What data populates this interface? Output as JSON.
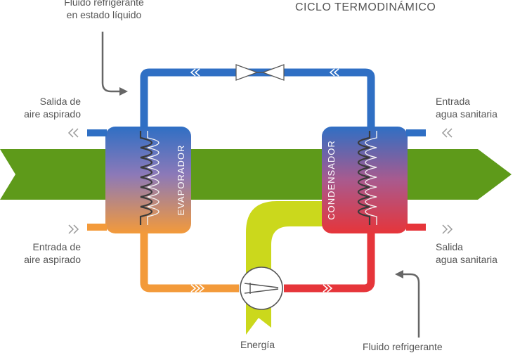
{
  "title": "CICLO TERMODINÁMICO",
  "labels": {
    "refrigerant_liquid": [
      "Fluido refrigerante",
      "en estado líquido"
    ],
    "air_exhaust_out": [
      "Salida de",
      "aire aspirado"
    ],
    "air_intake_in": [
      "Entrada de",
      "aire aspirado"
    ],
    "water_in": [
      "Entrada",
      "agua sanitaria"
    ],
    "water_out": [
      "Salida",
      "agua sanitaria"
    ],
    "energy": "Energía",
    "refrigerant_bottom": "Fluido refrigerante",
    "evaporator": "EVAPORADOR",
    "condenser": "CONDENSADOR"
  },
  "colors": {
    "air_band": "#5e9a1a",
    "energy_band": "#cbd81c",
    "cold_blue": "#2f6fc4",
    "warm_orange": "#f39a3a",
    "hot_red": "#e6353a",
    "label_gray": "#555555",
    "arrow_gray": "#666666"
  },
  "icons": {
    "expansion_valve": "bowtie-valve-icon",
    "compressor": "circle-compressor-icon",
    "flow_chevrons": "double-chevron-icon"
  }
}
